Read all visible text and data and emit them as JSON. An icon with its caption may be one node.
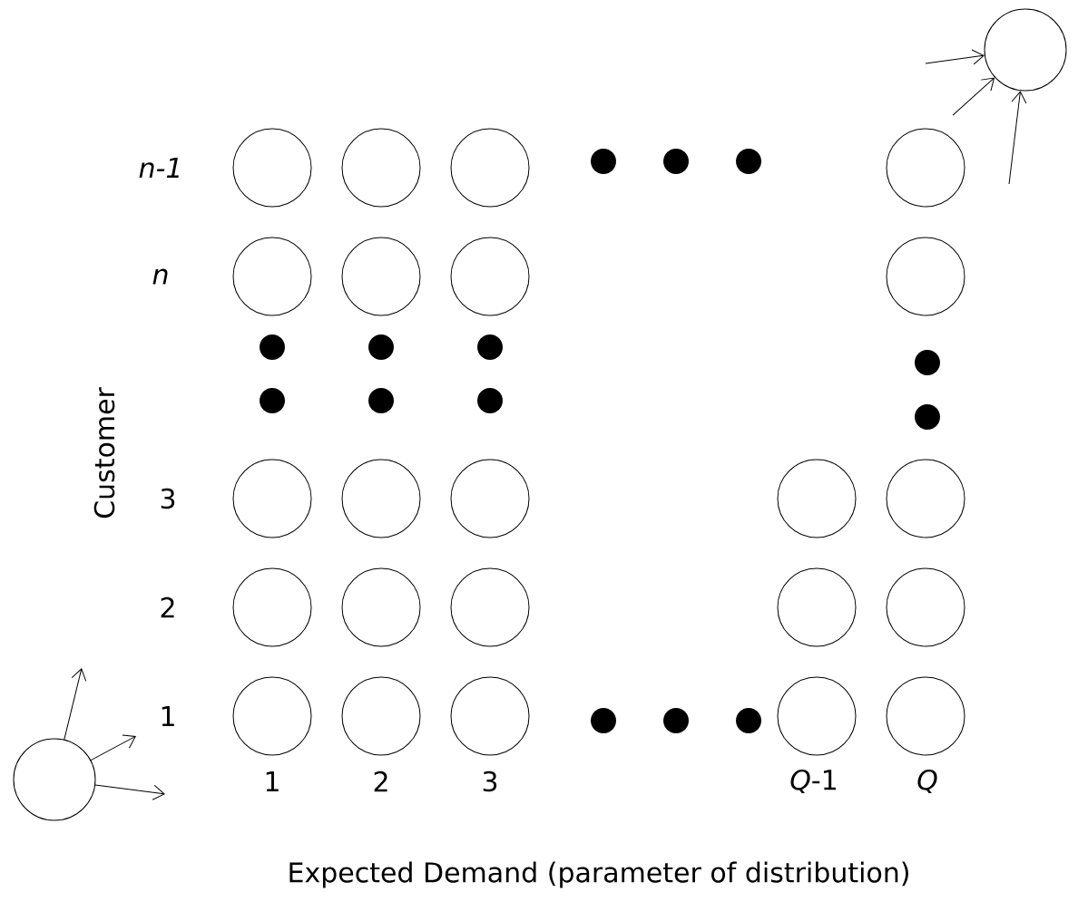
{
  "diagram": {
    "nodes": [
      {
        "text": [],
        "shape": "circle"
      },
      {
        "text": [],
        "shape": "circle"
      },
      {
        "text": [],
        "shape": "circle"
      },
      {
        "text": [],
        "shape": "circle"
      },
      {
        "text": [],
        "shape": "circle"
      },
      {
        "text": [],
        "shape": "circle"
      },
      {
        "text": [],
        "shape": "circle"
      },
      {
        "text": [],
        "shape": "circle"
      },
      {
        "text": [],
        "shape": "circle"
      },
      {
        "text": [],
        "shape": "circle"
      },
      {
        "text": [],
        "shape": "circle"
      },
      {
        "text": [],
        "shape": "circle"
      },
      {
        "text": [],
        "shape": "circle"
      },
      {
        "text": [],
        "shape": "circle"
      },
      {
        "text": [],
        "shape": "circle"
      },
      {
        "text": [],
        "shape": "circle"
      },
      {
        "text": [],
        "shape": "circle"
      },
      {
        "text": [],
        "shape": "circle"
      },
      {
        "text": [],
        "shape": "circle"
      },
      {
        "text": [],
        "shape": "circle"
      },
      {
        "text": [],
        "shape": "circle"
      },
      {
        "text": [],
        "shape": "circle"
      },
      {
        "text": [],
        "shape": "circle"
      },
      {
        "text": [],
        "shape": "circle"
      },
      {
        "text": [],
        "shape": "circle"
      }
    ],
    "edges": [
      {
        "from": null,
        "to": 0,
        "arrow": "to"
      },
      {
        "from": null,
        "to": 0,
        "arrow": "to"
      },
      {
        "from": null,
        "to": 0,
        "arrow": "to"
      },
      {
        "from": 24,
        "to": null,
        "arrow": "to"
      },
      {
        "from": 24,
        "to": null,
        "arrow": "to"
      },
      {
        "from": 24,
        "to": null,
        "arrow": "to"
      }
    ],
    "labels": [
      "n-1",
      "n",
      "3",
      "2",
      "1",
      "1",
      "2",
      "3",
      "*Q*-1",
      "Q",
      "Customer",
      "Expected Demand (parameter of distribution)"
    ]
  }
}
